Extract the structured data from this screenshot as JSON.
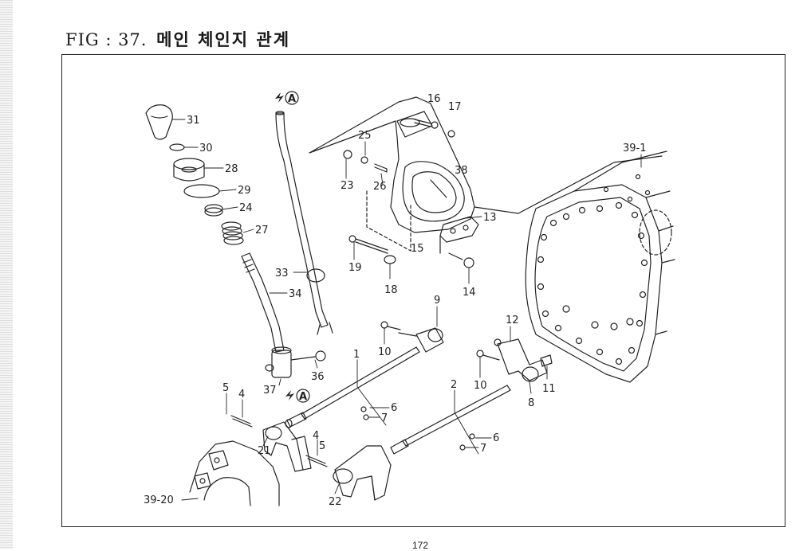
{
  "figure": {
    "code": "FIG : 37.",
    "title": "메인 체인지 관계"
  },
  "reference_marks": {
    "upper": "A",
    "lower": "A"
  },
  "callouts": [
    {
      "id": "c-31",
      "text": "31"
    },
    {
      "id": "c-30",
      "text": "30"
    },
    {
      "id": "c-28",
      "text": "28"
    },
    {
      "id": "c-29",
      "text": "29"
    },
    {
      "id": "c-24",
      "text": "24"
    },
    {
      "id": "c-27",
      "text": "27"
    },
    {
      "id": "c-33",
      "text": "33"
    },
    {
      "id": "c-34",
      "text": "34"
    },
    {
      "id": "c-36",
      "text": "36"
    },
    {
      "id": "c-37",
      "text": "37"
    },
    {
      "id": "c-16",
      "text": "16"
    },
    {
      "id": "c-17",
      "text": "17"
    },
    {
      "id": "c-25",
      "text": "25"
    },
    {
      "id": "c-23",
      "text": "23"
    },
    {
      "id": "c-26",
      "text": "26"
    },
    {
      "id": "c-38",
      "text": "38"
    },
    {
      "id": "c-13",
      "text": "13"
    },
    {
      "id": "c-19",
      "text": "19"
    },
    {
      "id": "c-15",
      "text": "15"
    },
    {
      "id": "c-18",
      "text": "18"
    },
    {
      "id": "c-14",
      "text": "14"
    },
    {
      "id": "c-39-1",
      "text": "39-1"
    },
    {
      "id": "c-9",
      "text": "9"
    },
    {
      "id": "c-10a",
      "text": "10"
    },
    {
      "id": "c-1",
      "text": "1"
    },
    {
      "id": "c-12",
      "text": "12"
    },
    {
      "id": "c-10b",
      "text": "10"
    },
    {
      "id": "c-11",
      "text": "11"
    },
    {
      "id": "c-8",
      "text": "8"
    },
    {
      "id": "c-2",
      "text": "2"
    },
    {
      "id": "c-5a",
      "text": "5"
    },
    {
      "id": "c-4a",
      "text": "4"
    },
    {
      "id": "c-6a",
      "text": "6"
    },
    {
      "id": "c-7a",
      "text": "7"
    },
    {
      "id": "c-21",
      "text": "21"
    },
    {
      "id": "c-4b",
      "text": "4"
    },
    {
      "id": "c-5b",
      "text": "5"
    },
    {
      "id": "c-6b",
      "text": "6"
    },
    {
      "id": "c-7b",
      "text": "7"
    },
    {
      "id": "c-22",
      "text": "22"
    },
    {
      "id": "c-39-20",
      "text": "39-20"
    }
  ],
  "page_number": "172"
}
